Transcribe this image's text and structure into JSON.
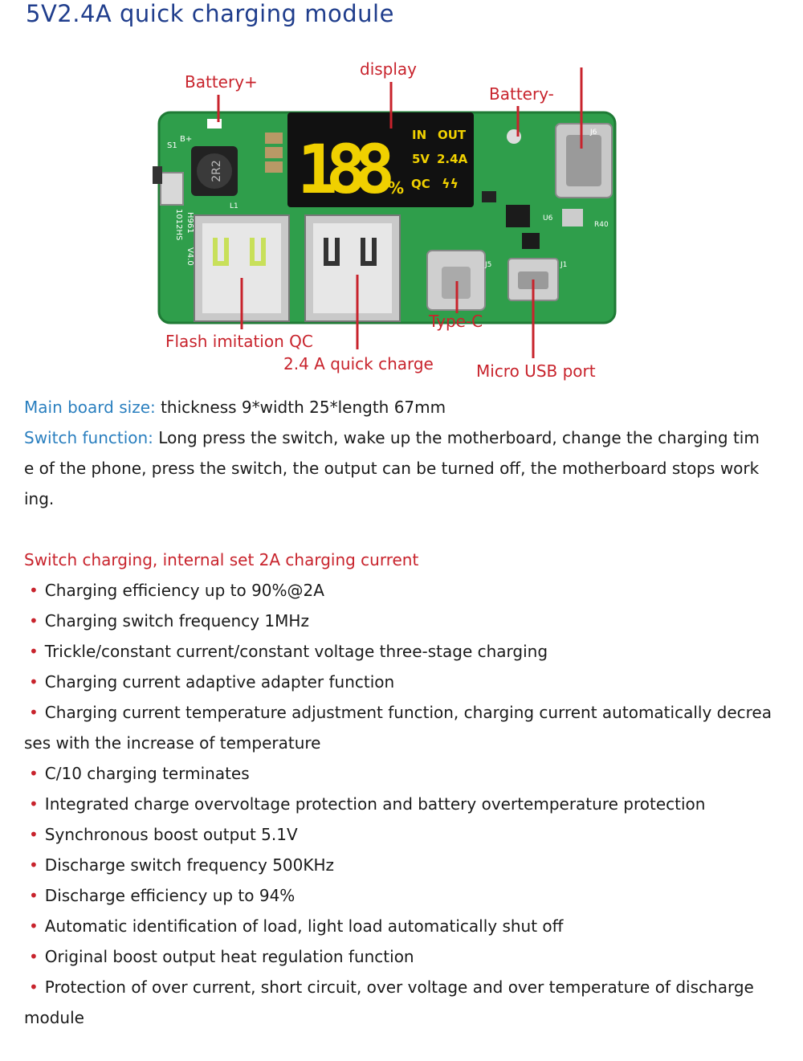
{
  "title": "5V2.4A quick charging module",
  "figure": {
    "labels": {
      "battery_plus": "Battery+",
      "display": "display",
      "battery_minus": "Battery-",
      "flash_qc": "Flash imitation QC",
      "quick_charge": "2.4 A quick charge",
      "type_c": "Type-C",
      "micro_usb": "Micro USB port"
    },
    "board": {
      "digits": "188",
      "percent": "%",
      "in": "IN",
      "out": "OUT",
      "volt": "5V",
      "amp": "2.4A",
      "qc": "QC",
      "bolt": "ϟϟ",
      "inductor": "2R2",
      "version": "V4.0",
      "model": "1012HS",
      "brand": "H961",
      "mark_s1": "S1",
      "mark_b": "B+",
      "mark_l1": "L1",
      "mark_j6": "J6",
      "mark_j5": "J5",
      "mark_j1": "J1",
      "mark_u6": "U6",
      "mark_r40": "R40"
    },
    "colors": {
      "board": "#2f9e4b",
      "display": "#111111",
      "digits": "#f0d000",
      "label": "#c8232c",
      "line": "#c8232c"
    }
  },
  "spec": {
    "size_label": "Main board size:",
    "size_value": " thickness 9*width 25*length 67mm",
    "switch_label": "Switch function:",
    "switch_line1": " Long press the switch, wake up the motherboard, change the charging tim",
    "switch_line2": "e of the phone, press the switch, the output can be turned off, the motherboard stops work",
    "switch_line3": "ing."
  },
  "charging": {
    "heading": "Switch charging, internal set 2A charging current",
    "bullet_char": "•",
    "items": [
      "Charging efficiency up to 90%@2A",
      "Charging switch frequency 1MHz",
      "Trickle/constant current/constant voltage three-stage charging",
      "Charging current adaptive adapter function",
      "Charging current temperature adjustment function, charging current automatically decrea"
    ],
    "item5_cont": "ses with the increase of temperature",
    "items2": [
      "C/10 charging terminates",
      "Integrated charge overvoltage protection and battery overtemperature protection",
      "Synchronous boost output 5.1V",
      "Discharge switch frequency 500KHz",
      "Discharge efficiency up to 94%",
      "Automatic identification of load, light load automatically shut off",
      "Original boost output heat regulation function",
      "Protection of over current, short circuit, over voltage and over temperature of discharge"
    ],
    "last_cont": "module"
  }
}
